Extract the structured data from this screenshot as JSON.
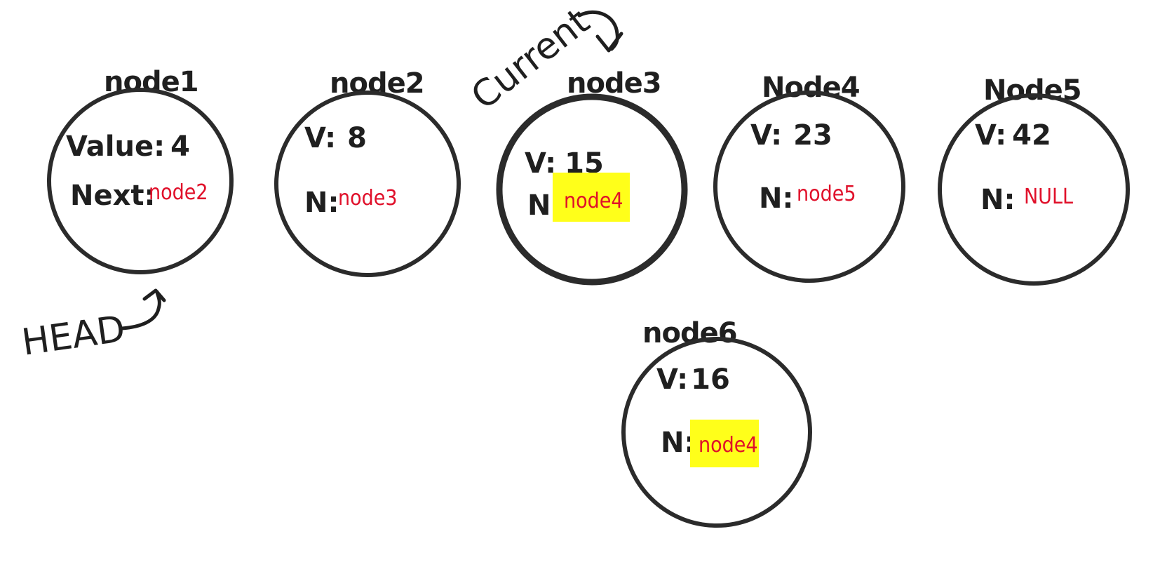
{
  "labels": {
    "head": "HEAD",
    "current": "Current"
  },
  "nodes": [
    {
      "title": "node1",
      "value_prefix": "Value:",
      "value": "4",
      "next_prefix": "Next:",
      "next": "node2",
      "highlighted": false
    },
    {
      "title": "node2",
      "value_prefix": "V:",
      "value": "8",
      "next_prefix": "N:",
      "next": "node3",
      "highlighted": false
    },
    {
      "title": "node3",
      "value_prefix": "V:",
      "value": "15",
      "next_prefix": "N:",
      "next": "node4",
      "highlighted": true
    },
    {
      "title": "Node4",
      "value_prefix": "V:",
      "value": "23",
      "next_prefix": "N:",
      "next": "node5",
      "highlighted": false
    },
    {
      "title": "Node5",
      "value_prefix": "V:",
      "value": "42",
      "next_prefix": "N:",
      "next": "NULL",
      "highlighted": false
    },
    {
      "title": "node6",
      "value_prefix": "V:",
      "value": "16",
      "next_prefix": "N:",
      "next": "node4",
      "highlighted": true
    }
  ],
  "colors": {
    "ink": "#1f1f1f",
    "reference": "#e0102a",
    "highlight": "#ffff1a"
  }
}
